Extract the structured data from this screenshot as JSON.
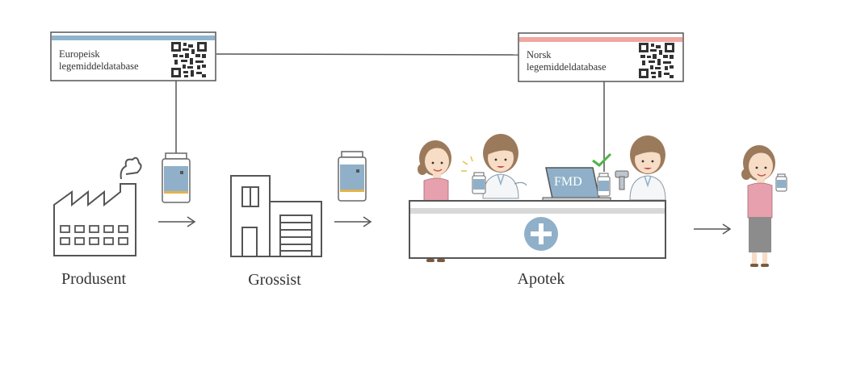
{
  "databases": {
    "european": {
      "line1": "Europeisk",
      "line2": "legemiddeldatabase",
      "accent_color": "#8fb4cc"
    },
    "norwegian": {
      "line1": "Norsk",
      "line2": "legemiddeldatabase",
      "accent_color": "#f0a79f"
    }
  },
  "stages": {
    "producer": "Produsent",
    "wholesaler": "Grossist",
    "pharmacy": "Apotek"
  },
  "laptop_label": "FMD",
  "colors": {
    "line": "#555555",
    "bottle_label": "#8fb0c8",
    "bottle_stripe": "#e3b34a",
    "check": "#4fb34a",
    "cross_circle": "#8fb0c8",
    "counter_stripe": "#d8d8d8",
    "customer_top": "#e7a0ad",
    "skirt": "#8c8c8c",
    "hair": "#9b7a5c",
    "skin": "#f7dcc6"
  },
  "icons": [
    "qr-code-icon",
    "factory-icon",
    "warehouse-icon",
    "medicine-bottle-icon",
    "arrow-right-icon",
    "checkmark-icon",
    "laptop-icon",
    "plus-icon",
    "barcode-scanner-icon"
  ]
}
